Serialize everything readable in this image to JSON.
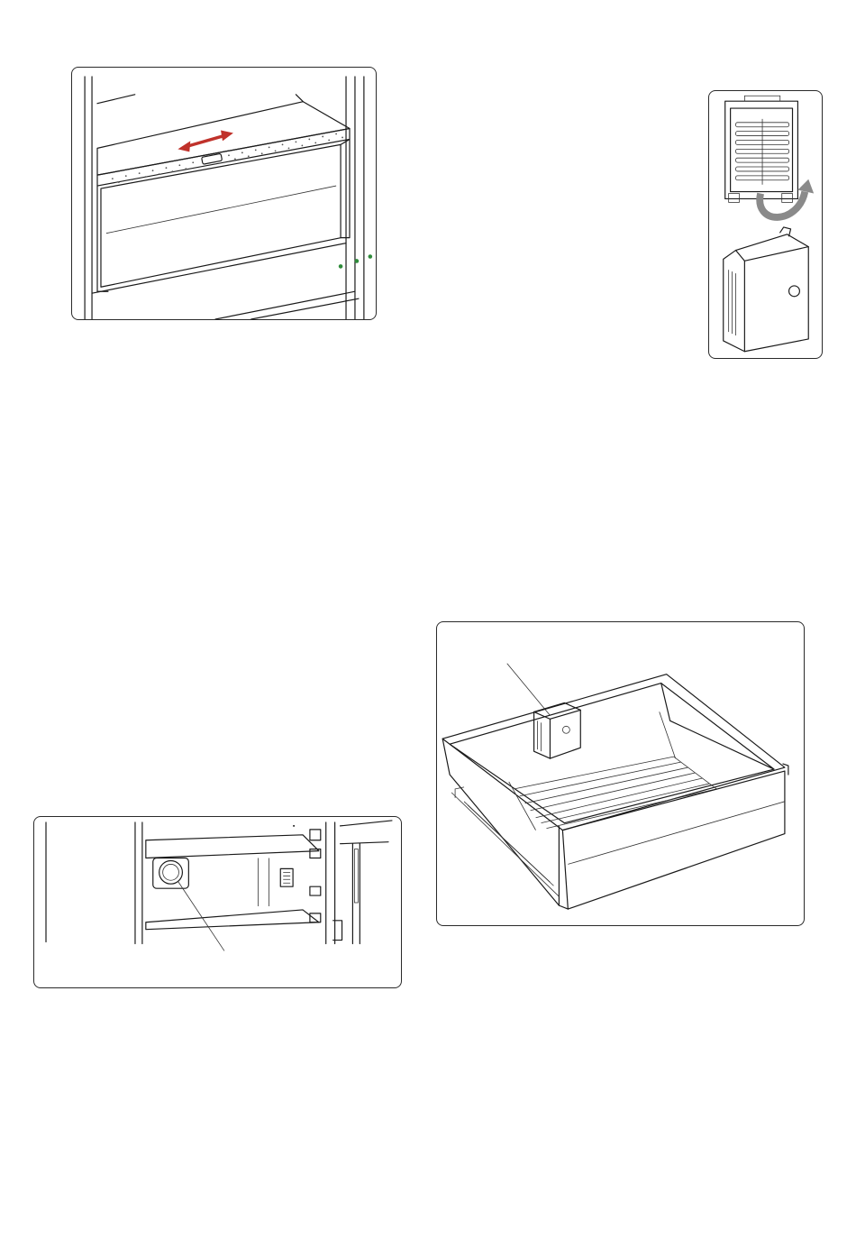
{
  "figures": [
    {
      "id": "crisper-cover",
      "description_icon": "slide-arrow-icon"
    },
    {
      "id": "filter-cartridge",
      "description_icon": "rotate-arrow-icon"
    },
    {
      "id": "fridge-interior",
      "description_icon": "filter-round-icon"
    },
    {
      "id": "crisper-drawer",
      "description_icon": "filter-box-icon"
    }
  ],
  "colors": {
    "arrow_red": "#c0322b",
    "indicator_green": "#2e8b3a",
    "arrow_gray": "#8a8a8a",
    "line": "#1a1a1a"
  }
}
